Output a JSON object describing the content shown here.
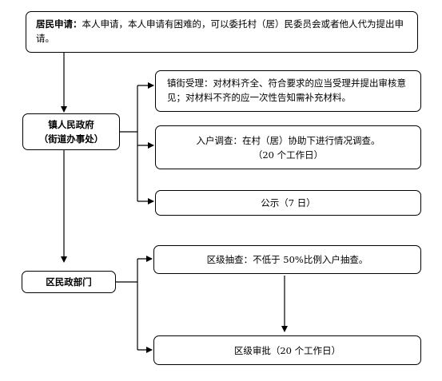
{
  "applicant": {
    "label": "居民申请",
    "sep": "：",
    "text": "本人申请，本人申请有困难的，可以委托村（居）民委员会或者他人代为提出申请。"
  },
  "town_gov": {
    "line1": "镇人民政府",
    "line2": "（街道办事处）"
  },
  "town_steps": {
    "acceptance": "镇街受理：对材料齐全、符合要求的应当受理并提出审核意见；对材料不齐的应一次性告知需补充材料。",
    "survey_line1": "入户调查：在村（居）协助下进行情况调查。",
    "survey_line2": "（20 个工作日）",
    "publicity": "公示（7 日）"
  },
  "district_dept": {
    "label": "区民政部门"
  },
  "district_steps": {
    "spot_check": "区级抽查：不低于 50%比例入户抽查。",
    "approval": "区级审批（20 个工作日）"
  }
}
